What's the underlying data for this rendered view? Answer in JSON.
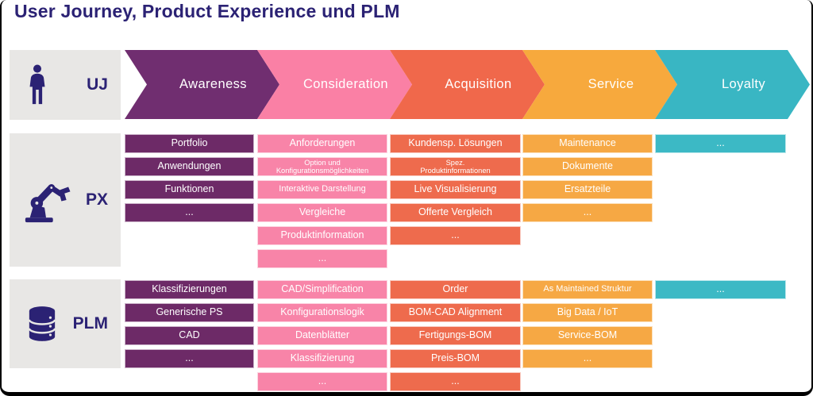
{
  "title": "User Journey, Product Experience und PLM",
  "palette": {
    "title_ink": "#2b2274",
    "panel_bg": "#e8e7e5",
    "frame_border": "#000000",
    "box_text": "#ffffff"
  },
  "journey_row": {
    "label": "UJ",
    "icon": "person-icon"
  },
  "stages": [
    {
      "label": "Awareness",
      "color": "#702e70"
    },
    {
      "label": "Consideration",
      "color": "#fa80a5"
    },
    {
      "label": "Acquisition",
      "color": "#f0684b"
    },
    {
      "label": "Service",
      "color": "#f7a93d"
    },
    {
      "label": "Loyalty",
      "color": "#39b6c3"
    }
  ],
  "lanes": [
    {
      "label": "PX",
      "icon": "robot-arm-icon",
      "columns": [
        {
          "color": "#6d2a67",
          "items": [
            "Portfolio",
            "Anwendungen",
            "Funktionen",
            "..."
          ]
        },
        {
          "color": "#f884a8",
          "items": [
            "Anforderungen",
            "Option und\nKonfigurationsmöglichkeiten",
            "Interaktive Darstellung",
            "Vergleiche",
            "Produktinformation",
            "..."
          ]
        },
        {
          "color": "#ee6b4d",
          "items": [
            "Kundensp. Lösungen",
            "Spez.\nProduktinformationen",
            "Live Visualisierung",
            "Offerte Vergleich",
            "..."
          ]
        },
        {
          "color": "#f6a844",
          "items": [
            "Maintenance",
            "Dokumente",
            "Ersatzteile",
            "..."
          ]
        },
        {
          "color": "#3cb9c5",
          "items": [
            "..."
          ]
        }
      ]
    },
    {
      "label": "PLM",
      "icon": "database-icon",
      "columns": [
        {
          "color": "#6d2a67",
          "items": [
            "Klassifizierungen",
            "Generische PS",
            "CAD",
            "..."
          ]
        },
        {
          "color": "#f884a8",
          "items": [
            "CAD/Simplification",
            "Konfigurationslogik",
            "Datenblätter",
            "Klassifizierung",
            "..."
          ]
        },
        {
          "color": "#ee6b4d",
          "items": [
            "Order",
            "BOM-CAD Alignment",
            "Fertigungs-BOM",
            "Preis-BOM",
            "..."
          ]
        },
        {
          "color": "#f6a844",
          "items": [
            "As Maintained Struktur",
            "Big Data / IoT",
            "Service-BOM",
            "..."
          ]
        },
        {
          "color": "#3cb9c5",
          "items": [
            "..."
          ]
        }
      ]
    }
  ]
}
